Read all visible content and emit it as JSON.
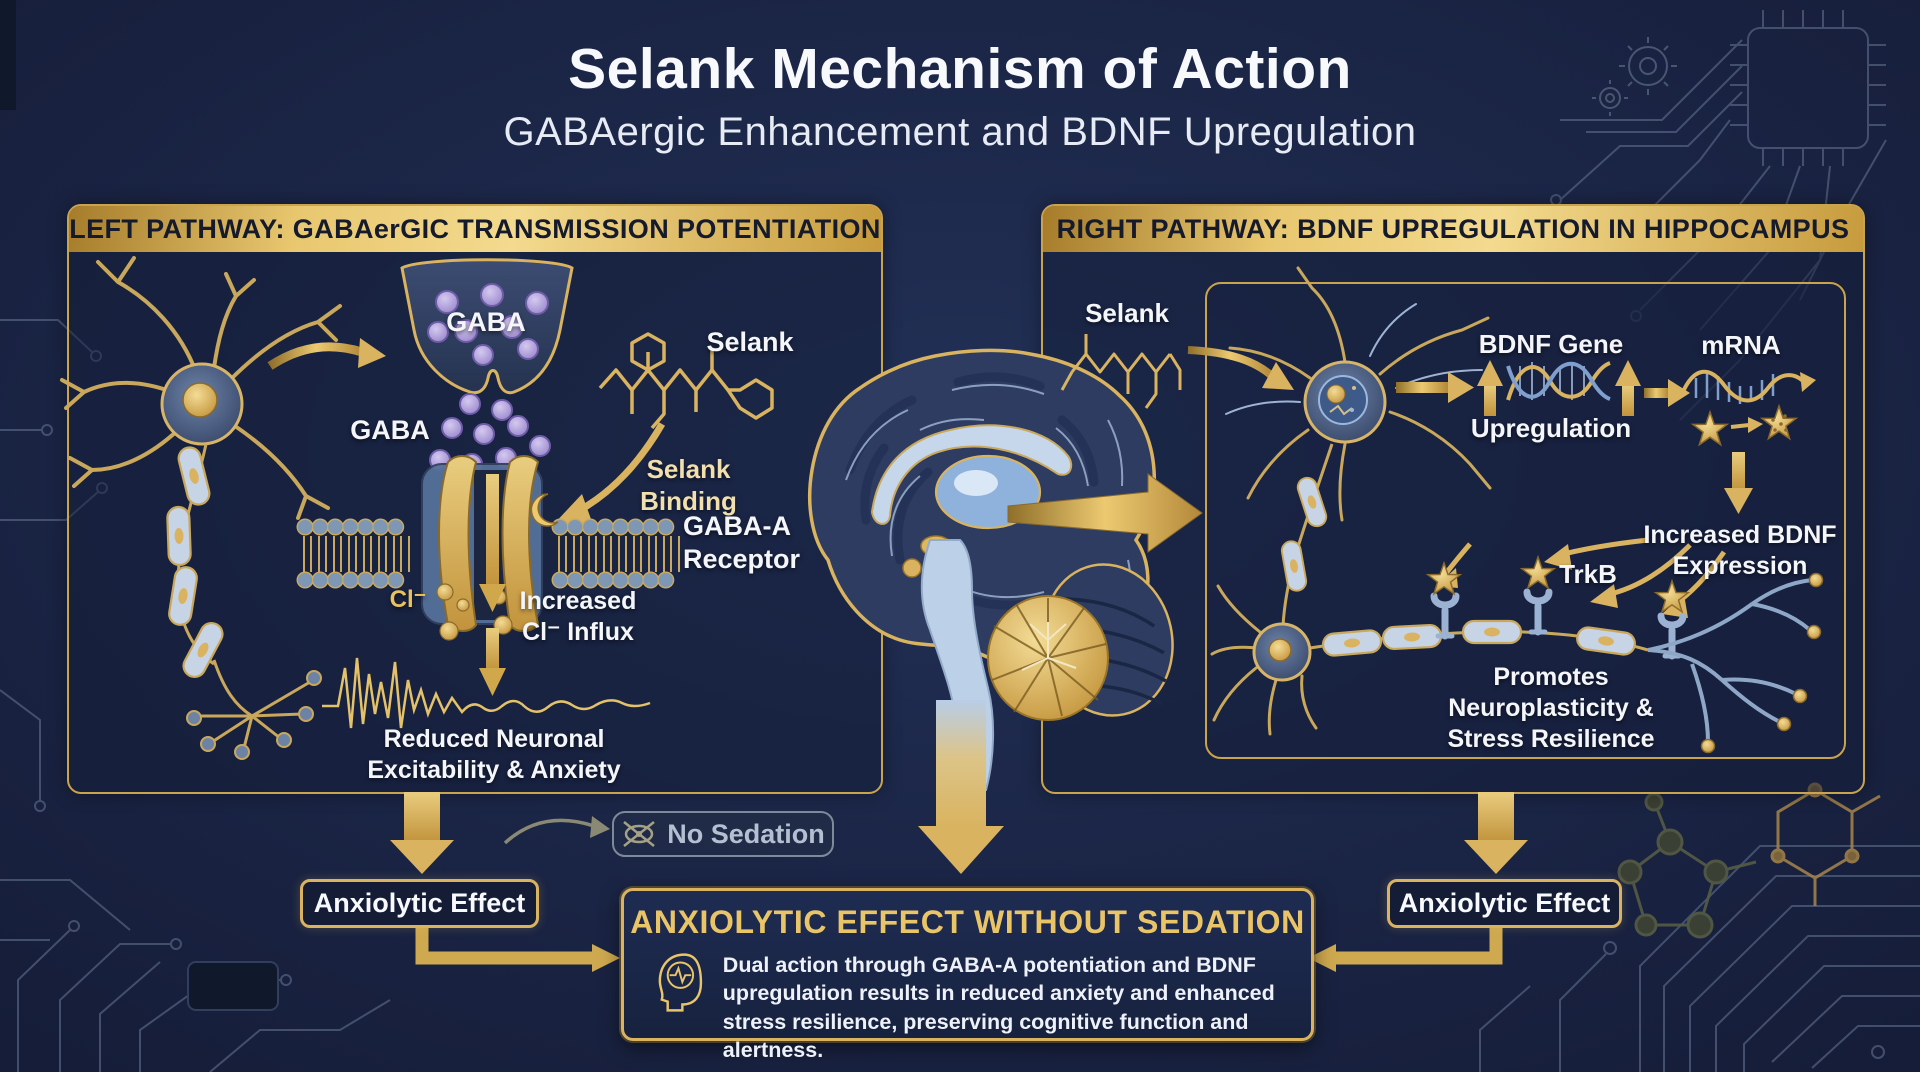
{
  "page": {
    "title": "Selank Mechanism of Action",
    "subtitle": "GABAergic Enhancement and BDNF Upregulation"
  },
  "left_panel": {
    "header": "LEFT PATHWAY: GABAerGIC TRANSMISSION POTENTIATION",
    "gaba_vesicles_label": "GABA",
    "gaba_released_label": "GABA",
    "selank_label": "Selank",
    "selank_binding_label": "Selank Binding",
    "receptor_label": "GABA-A Receptor",
    "cl_ion_label": "Cl⁻",
    "cl_influx_label": "Increased Cl⁻ Influx",
    "outcome_label": "Reduced Neuronal Excitability & Anxiety"
  },
  "right_panel": {
    "header": "RIGHT PATHWAY: BDNF UPREGULATION IN HIPPOCAMPUS",
    "selank_label": "Selank",
    "bdnf_gene_label": "BDNF Gene",
    "upregulation_label": "Upregulation",
    "mrna_label": "mRNA",
    "bdnf_expression_label": "Increased BDNF Expression",
    "trkb_label": "TrkB",
    "outcome_label": "Promotes Neuroplasticity & Stress Resilience"
  },
  "footer": {
    "no_sedation_label": "No Sedation",
    "anxiolytic_left_label": "Anxiolytic Effect",
    "anxiolytic_right_label": "Anxiolytic Effect",
    "summary_title": "ANXIOLYTIC EFFECT WITHOUT SEDATION",
    "summary_body": "Dual action through GABA-A potentiation and BDNF upregulation results in reduced anxiety and enhanced stress resilience, preserving cognitive function and alertness."
  },
  "icons": {
    "no_sedation": "eye-crossed-icon",
    "summary": "head-brain-icon",
    "decor": [
      "circuit-chip-icon",
      "gears-icon",
      "molecule-icon"
    ]
  },
  "colors": {
    "background": "#1b2546",
    "gold": "#d9b35f",
    "gold_dark": "#9c7527",
    "gold_light": "#f3da8e",
    "header_text": "#151a2d",
    "white_text": "#f4f6fa",
    "muted_text": "#b4c0d0",
    "vesicle_purple": "#a18fd2",
    "membrane_blue": "#7d97b5",
    "brain_fill": "#2d3c60"
  }
}
